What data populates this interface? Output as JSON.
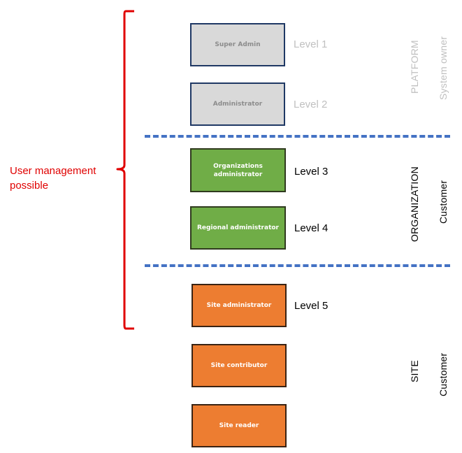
{
  "note": {
    "line1": "User management",
    "line2": "possible",
    "color": "#e00000"
  },
  "roles": [
    {
      "label": "Super Admin",
      "level": "Level 1",
      "tier": "platform"
    },
    {
      "label": "Administrator",
      "level": "Level 2",
      "tier": "platform"
    },
    {
      "label": "Organizations administrator",
      "level": "Level 3",
      "tier": "organization"
    },
    {
      "label": "Regional administrator",
      "level": "Level 4",
      "tier": "organization"
    },
    {
      "label": "Site administrator",
      "level": "Level 5",
      "tier": "site"
    },
    {
      "label": "Site contributor",
      "level": "",
      "tier": "site"
    },
    {
      "label": "Site reader",
      "level": "",
      "tier": "site"
    }
  ],
  "sections": {
    "platform": {
      "name": "PLATFORM",
      "owner": "System owner"
    },
    "organization": {
      "name": "ORGANIZATION",
      "owner": "Customer"
    },
    "site": {
      "name": "SITE",
      "owner": "Customer"
    }
  },
  "colors": {
    "gray_box": "#d9d9d9",
    "green_box": "#70ad47",
    "orange_box": "#ed7d31",
    "divider": "#4472c4",
    "brace": "#e00000",
    "muted_text": "#c0c0c0"
  }
}
